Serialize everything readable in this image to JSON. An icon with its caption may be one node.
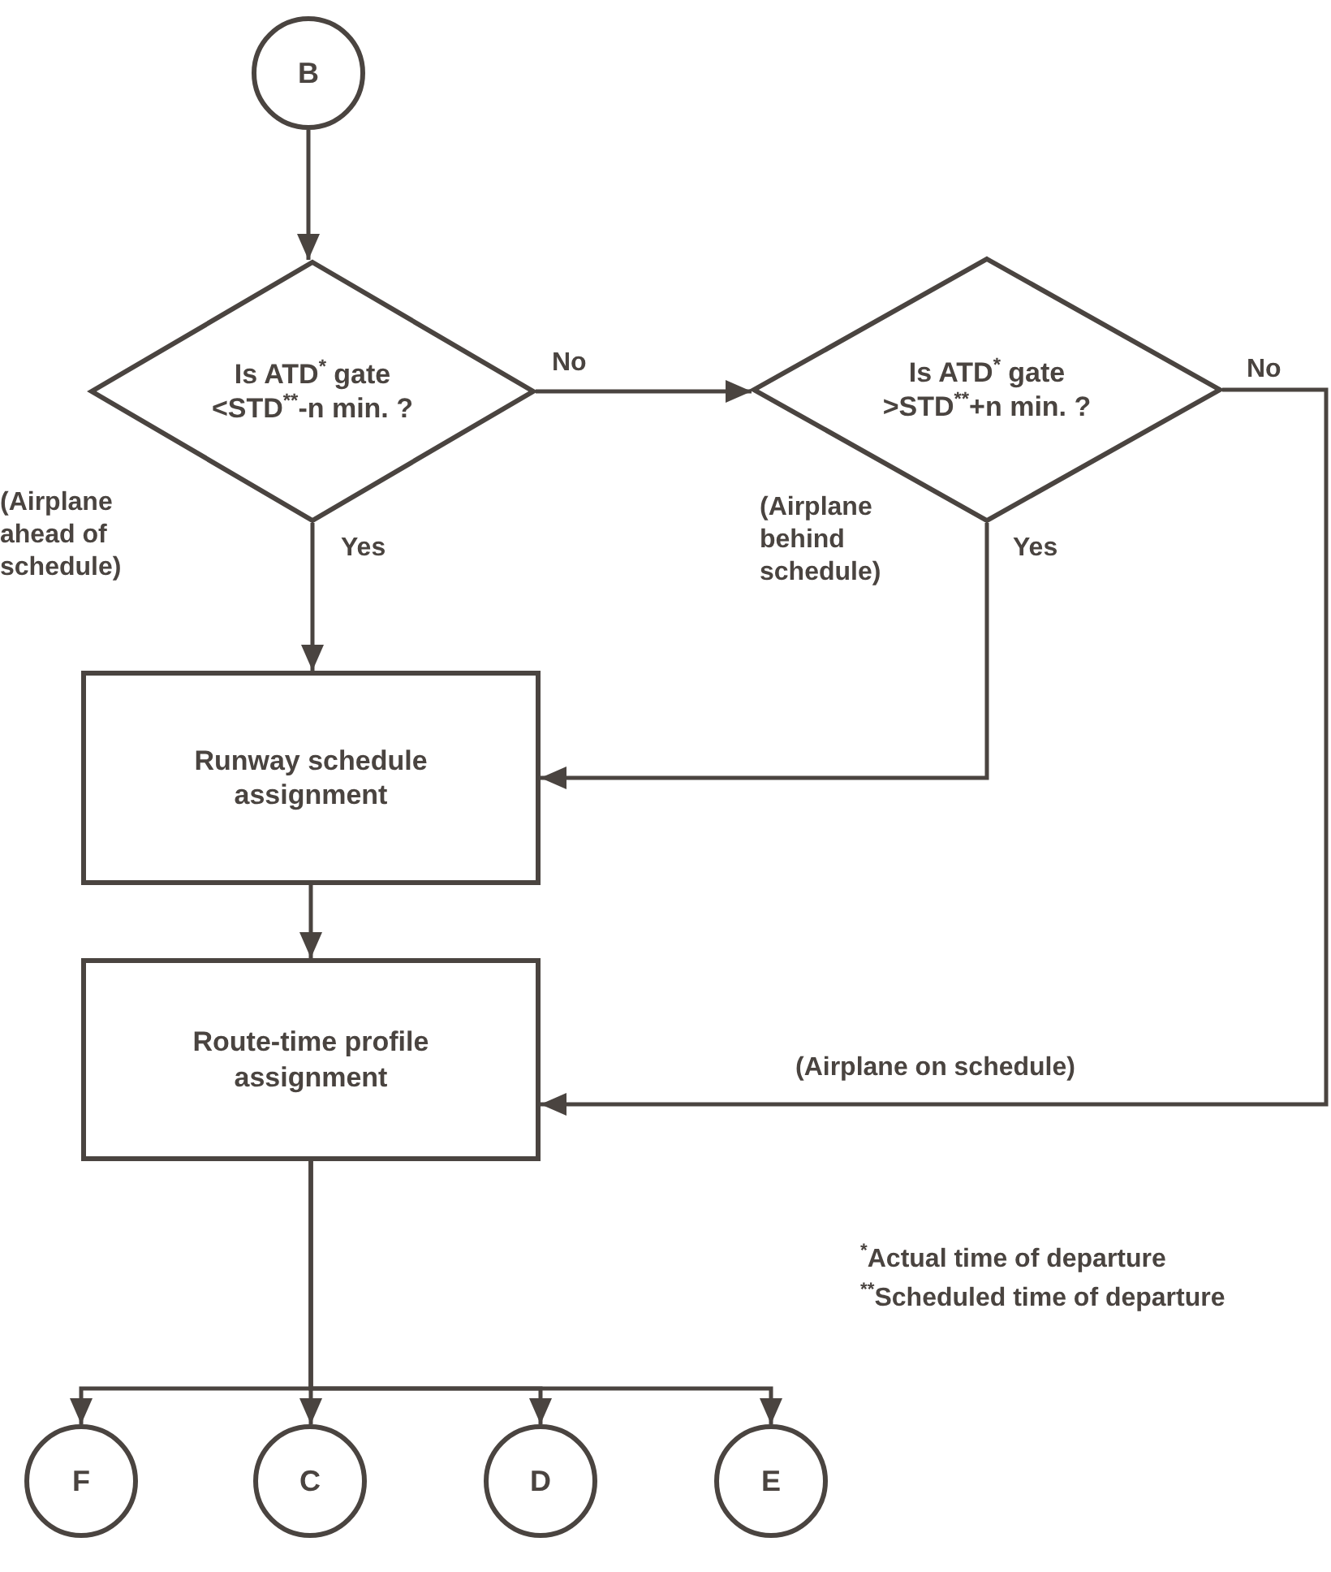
{
  "diagram": {
    "nodes": [
      {
        "text": [
          "B"
        ]
      },
      {
        "text": [
          "Is ATD$^{*}$ gate <STD$^{**}$-n min. ?"
        ],
        "beside": [
          "(Airplane ahead of schedule)"
        ]
      },
      {
        "text": [
          "Is ATD$^{*}$ gate >STD$^{**}$+n min. ?"
        ],
        "beside": [
          "(Airplane behind schedule)"
        ]
      },
      {
        "text": [
          "Runway schedule assignment"
        ]
      },
      {
        "text": [
          "Route-time profile assignment"
        ]
      },
      {
        "text": [
          "F"
        ]
      },
      {
        "text": [
          "C"
        ]
      },
      {
        "text": [
          "D"
        ]
      },
      {
        "text": [
          "E"
        ]
      }
    ],
    "edges": [
      {
        "from": 0,
        "to": 1,
        "arrow": "to"
      },
      {
        "from": 1,
        "to": 2,
        "arrow": "to",
        "label": "No"
      },
      {
        "from": 1,
        "to": 3,
        "arrow": "to",
        "label": "Yes"
      },
      {
        "from": 2,
        "to": 3,
        "arrow": "to",
        "label": "Yes"
      },
      {
        "from": 3,
        "to": 4,
        "arrow": "to"
      },
      {
        "from": 2,
        "to": 4,
        "arrow": "to",
        "label": "No"
      },
      {
        "from": 4,
        "to": 5,
        "arrow": "to"
      },
      {
        "from": 4,
        "to": 6,
        "arrow": "to"
      },
      {
        "from": 4,
        "to": 7,
        "arrow": "to"
      },
      {
        "from": 4,
        "to": 8,
        "arrow": "to"
      }
    ],
    "labels": [
      "(Airplane on schedule)",
      "$^{*}$Actual time of departure",
      "$^{**}$Scheduled time of departure"
    ]
  }
}
